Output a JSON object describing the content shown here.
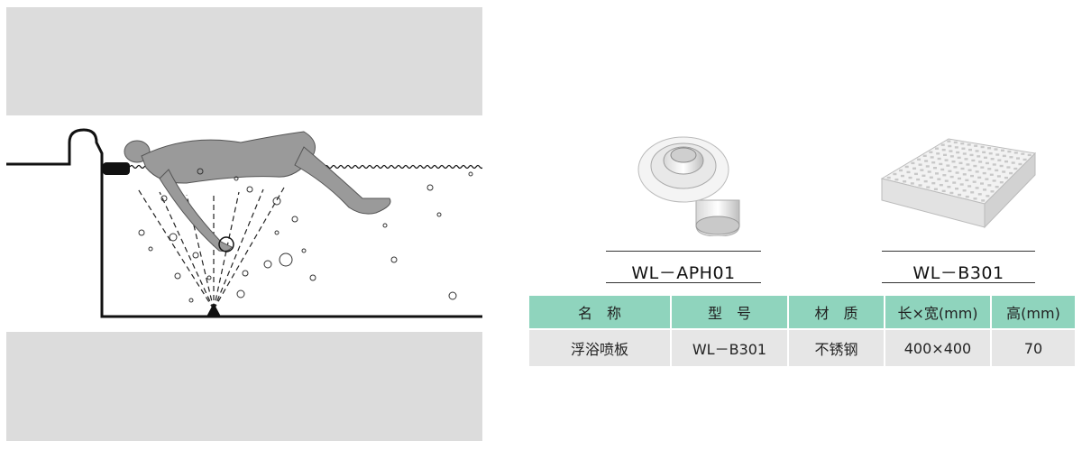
{
  "illustration": {
    "subject": "person-floating-in-pool",
    "colors": {
      "band": "#dcdcdc",
      "line": "#111111"
    }
  },
  "products": [
    {
      "caption": "WL－APH01",
      "icon": "jet-nozzle-icon"
    },
    {
      "caption": "WL－B301",
      "icon": "bubble-plate-icon"
    }
  ],
  "table": {
    "header_color": "#8fd4bd",
    "row_color": "#e6e6e6",
    "headers": [
      "名　称",
      "型　号",
      "材　质",
      "长×宽(mm)",
      "高(mm)"
    ],
    "rows": [
      [
        "浮浴喷板",
        "WL－B301",
        "不锈钢",
        "400×400",
        "70"
      ]
    ]
  }
}
